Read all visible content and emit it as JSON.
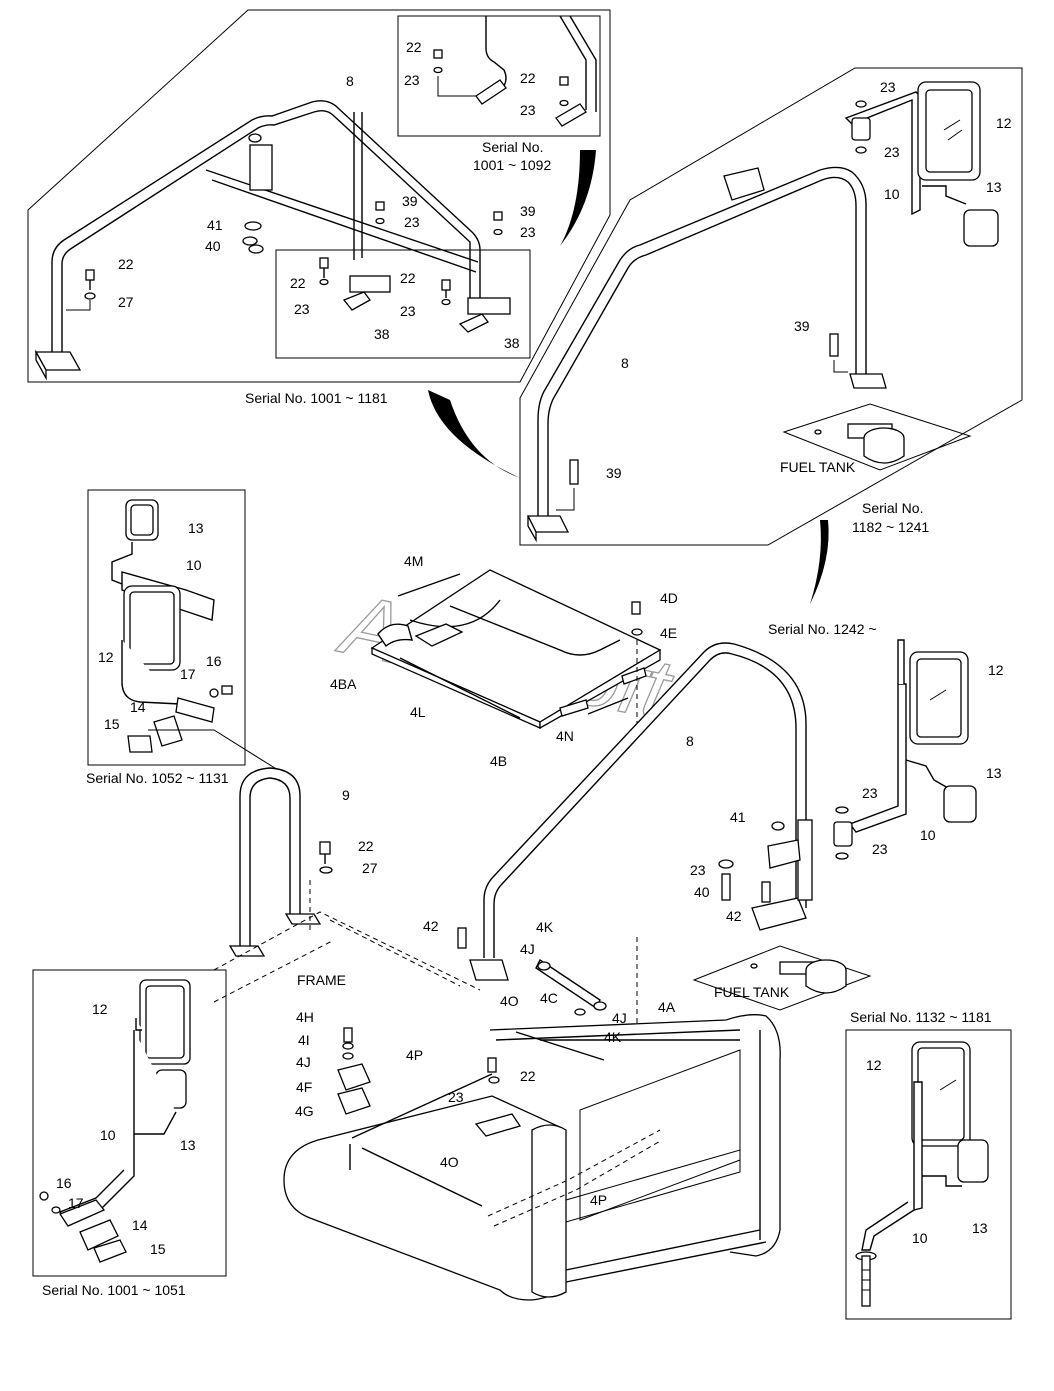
{
  "captions": {
    "serial_1001_1092_a": "Serial No.",
    "serial_1001_1092_b": "1001 ~ 1092",
    "serial_1001_1181": "Serial No. 1001 ~ 1181",
    "serial_1182_1241_a": "Serial No.",
    "serial_1182_1241_b": "1182 ~ 1241",
    "serial_1242": "Serial No. 1242 ~",
    "serial_1052_1131": "Serial No. 1052 ~ 1131",
    "serial_1132_1181": "Serial No. 1132 ~ 1181",
    "serial_1001_1051": "Serial No. 1001 ~ 1051",
    "fuel_tank_top": "FUEL TANK",
    "fuel_tank_main": "FUEL TANK",
    "frame": "FRAME"
  },
  "watermark": "AutoSoft",
  "parts": {
    "p8": "8",
    "p9": "9",
    "p10": "10",
    "p12": "12",
    "p13": "13",
    "p14": "14",
    "p15": "15",
    "p16": "16",
    "p17": "17",
    "p22": "22",
    "p23": "23",
    "p27": "27",
    "p38": "38",
    "p39": "39",
    "p40": "40",
    "p41": "41",
    "p42": "42",
    "p4A": "4A",
    "p4B": "4B",
    "p4BA": "4BA",
    "p4C": "4C",
    "p4D": "4D",
    "p4E": "4E",
    "p4F": "4F",
    "p4G": "4G",
    "p4H": "4H",
    "p4I": "4I",
    "p4J": "4J",
    "p4K": "4K",
    "p4L": "4L",
    "p4M": "4M",
    "p4N": "4N",
    "p4O": "4O",
    "p4P": "4P"
  }
}
